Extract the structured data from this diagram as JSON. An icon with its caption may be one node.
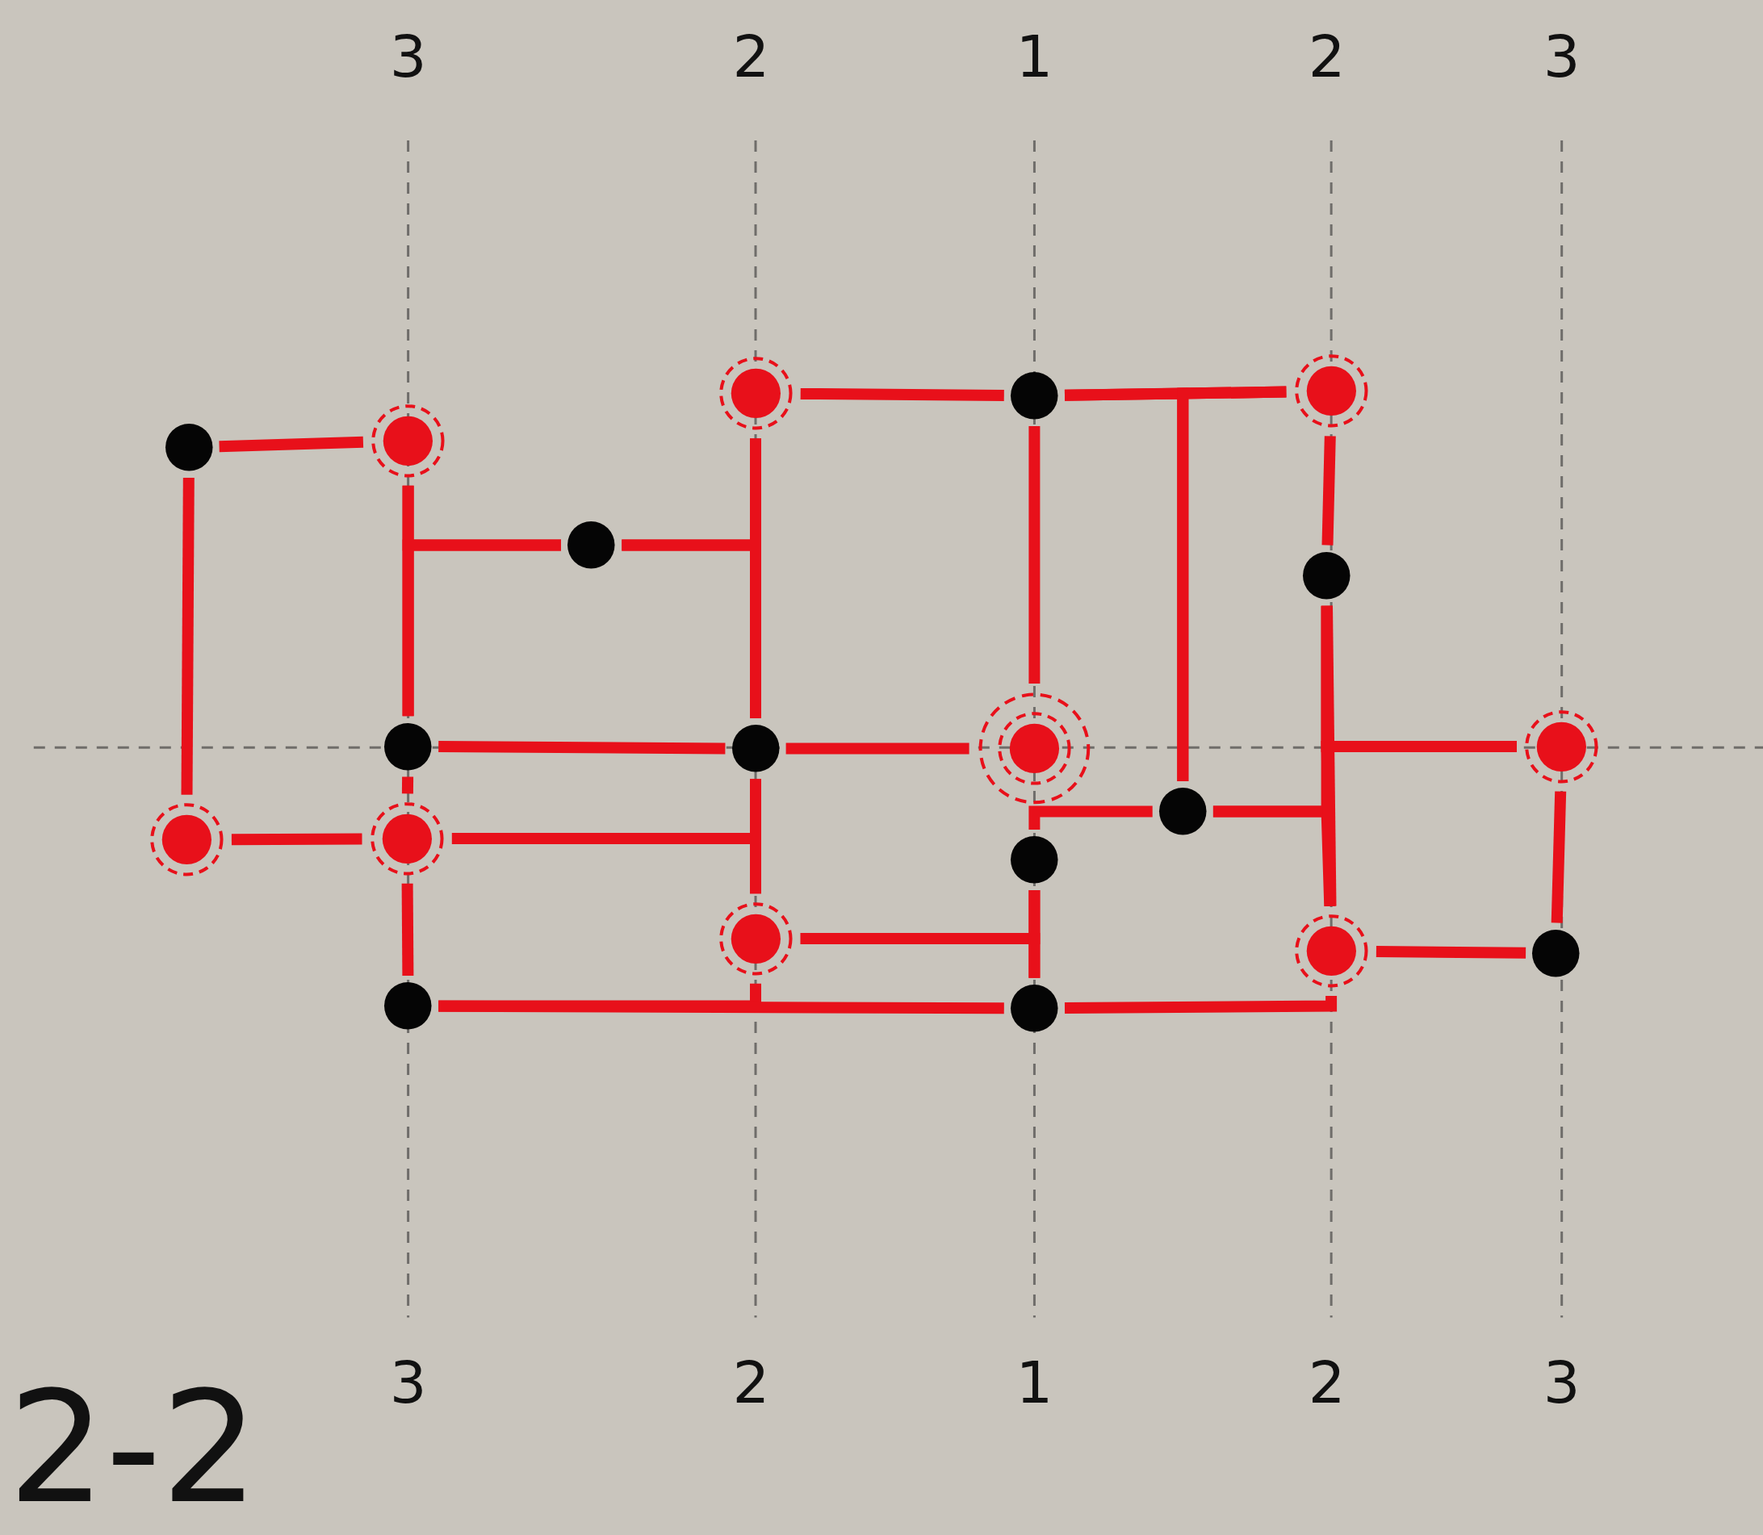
{
  "diagram": {
    "title": "2-2",
    "nodes": [
      {
        "text": [],
        "shape": "circle"
      },
      {
        "text": [],
        "shape": "circle"
      },
      {
        "text": [],
        "shape": "circle"
      },
      {
        "text": [],
        "shape": "circle"
      },
      {
        "text": [],
        "shape": "circle"
      },
      {
        "text": [],
        "shape": "circle"
      },
      {
        "text": [],
        "shape": "circle"
      },
      {
        "text": [],
        "shape": "circle"
      },
      {
        "text": [],
        "shape": "circle"
      },
      {
        "text": [],
        "shape": "circle"
      },
      {
        "text": [],
        "shape": "circle"
      },
      {
        "text": [],
        "shape": "circle"
      },
      {
        "text": [],
        "shape": "circle"
      },
      {
        "text": [],
        "shape": "circle"
      },
      {
        "text": [],
        "shape": "circle"
      },
      {
        "text": [],
        "shape": "circle"
      },
      {
        "text": [],
        "shape": "circle"
      },
      {
        "text": [],
        "shape": "circle"
      },
      {
        "text": [],
        "shape": "circle"
      },
      {
        "text": [],
        "shape": "circle"
      }
    ],
    "edges": [
      {
        "from": 0,
        "to": 1,
        "arrow": "none"
      },
      {
        "from": 0,
        "to": 12,
        "arrow": "none"
      },
      {
        "from": 12,
        "to": 13,
        "arrow": "none"
      },
      {
        "from": 1,
        "to": 7,
        "arrow": "none"
      },
      {
        "from": 7,
        "to": 13,
        "arrow": "none"
      },
      {
        "from": 13,
        "to": 18,
        "arrow": "none"
      },
      {
        "from": 5,
        "to": 1,
        "arrow": "none"
      },
      {
        "from": 5,
        "to": 7,
        "arrow": "none"
      },
      {
        "from": 5,
        "to": 2,
        "arrow": "none"
      },
      {
        "from": 5,
        "to": 8,
        "arrow": "none"
      },
      {
        "from": 2,
        "to": 3,
        "arrow": "none"
      },
      {
        "from": 3,
        "to": 4,
        "arrow": "none"
      },
      {
        "from": 11,
        "to": 3,
        "arrow": "none"
      },
      {
        "from": 11,
        "to": 4,
        "arrow": "none"
      },
      {
        "from": 2,
        "to": 8,
        "arrow": "none"
      },
      {
        "from": 7,
        "to": 8,
        "arrow": "none"
      },
      {
        "from": 8,
        "to": 9,
        "arrow": "none"
      },
      {
        "from": 3,
        "to": 9,
        "arrow": "none"
      },
      {
        "from": 13,
        "to": 8,
        "arrow": "none"
      },
      {
        "from": 13,
        "to": 15,
        "arrow": "none"
      },
      {
        "from": 8,
        "to": 15,
        "arrow": "none"
      },
      {
        "from": 15,
        "to": 18,
        "arrow": "none"
      },
      {
        "from": 15,
        "to": 14,
        "arrow": "none"
      },
      {
        "from": 15,
        "to": 19,
        "arrow": "none"
      },
      {
        "from": 14,
        "to": 19,
        "arrow": "none"
      },
      {
        "from": 11,
        "to": 14,
        "arrow": "none"
      },
      {
        "from": 11,
        "to": 6,
        "arrow": "none"
      },
      {
        "from": 11,
        "to": 16,
        "arrow": "none"
      },
      {
        "from": 4,
        "to": 6,
        "arrow": "none"
      },
      {
        "from": 6,
        "to": 16,
        "arrow": "none"
      },
      {
        "from": 10,
        "to": 6,
        "arrow": "none"
      },
      {
        "from": 10,
        "to": 16,
        "arrow": "none"
      },
      {
        "from": 10,
        "to": 17,
        "arrow": "none"
      },
      {
        "from": 16,
        "to": 17,
        "arrow": "none"
      },
      {
        "from": 18,
        "to": 19,
        "arrow": "none"
      },
      {
        "from": 19,
        "to": 16,
        "arrow": "none"
      }
    ],
    "labels": [
      "3",
      "2",
      "1",
      "2",
      "3",
      "3",
      "2",
      "1",
      "2",
      "3"
    ]
  }
}
